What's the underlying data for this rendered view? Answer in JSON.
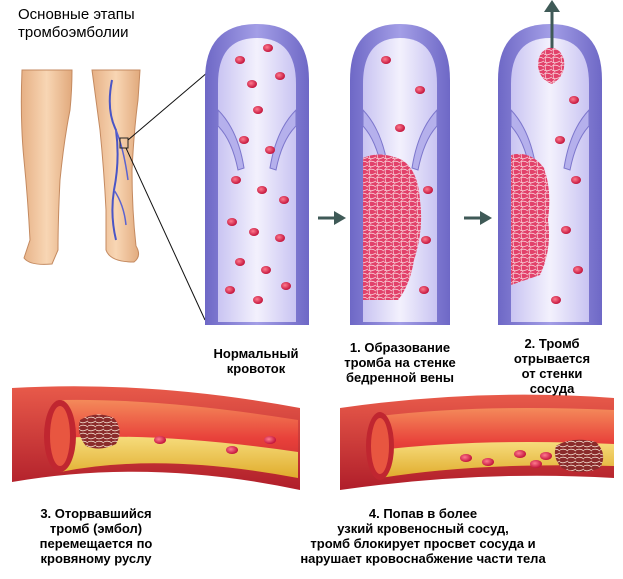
{
  "title": [
    "Основные этапы",
    "тромбоэмболии"
  ],
  "captions": {
    "normal": [
      "Нормальный",
      "кровоток"
    ],
    "step1": [
      "1. Образование",
      "тромба на стенке",
      "бедренной вены"
    ],
    "step2": [
      "2. Тромб",
      "отрывается",
      "от стенки",
      "сосуда"
    ],
    "step3": [
      "3. Оторвавшийся",
      "тромб (эмбол)",
      "перемещается по",
      "кровяному руслу"
    ],
    "step4": [
      "4. Попав в более",
      "узкий кровеносный сосуд,",
      "тромб блокирует просвет сосуда и",
      "нарушает кровоснабжение части тела"
    ]
  },
  "colors": {
    "vein_wall": "#8c86d8",
    "vein_lumen": "#e9e6fb",
    "blood_cell": "#d8204a",
    "clot": "#e2416a",
    "artery_outer": "#d6343a",
    "fat_layer": "#f1cc55",
    "arrow": "#3f5a57",
    "skin": "#f4c8a0"
  }
}
